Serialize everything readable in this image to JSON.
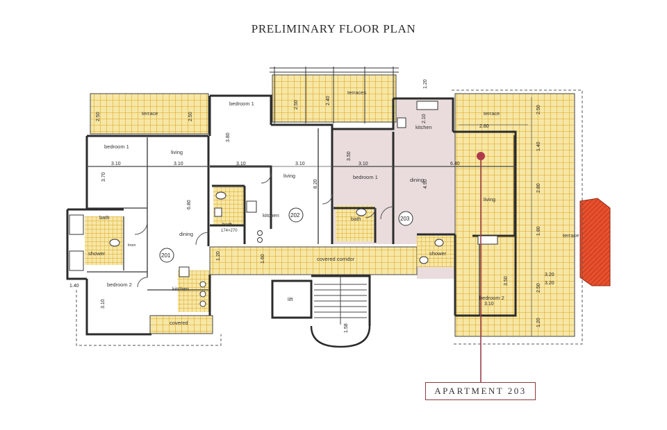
{
  "title": "PRELIMINARY FLOOR PLAN",
  "callout_label": "APARTMENT 203",
  "colors": {
    "wall": "#2b2b2b",
    "terrace_fill": "#f6e7a6",
    "terrace_grid": "#e0a21a",
    "apartment_highlight": "#eadcdc",
    "roof_tiles": "#e8502c",
    "leader_line": "#9a3d4c"
  },
  "rooms": {
    "terrace_left": "terrace",
    "bedroom1_top": "bedroom 1",
    "terraces_top": "terraces",
    "kitchen_203": "kitchen",
    "terrace_right": "terrace",
    "bedroom1_201": "bedroom 1",
    "living_201": "living",
    "living_202": "living",
    "bedroom1_203": "bedroom 1",
    "dining_203": "dining",
    "living_203": "living",
    "bath_201": "bath",
    "shower_201": "shower",
    "linen_201": "linen",
    "bath_202": "bath",
    "bath_202_size": "174×270",
    "kitchen_202": "kitchen",
    "dining_201": "dining",
    "bath_203": "bath",
    "shower_203": "shower",
    "terrace_203": "terrace",
    "covered_corridor": "covered corridor",
    "kitchen_201": "kitchen",
    "bedroom2_201": "bedroom 2",
    "lift": "lift",
    "bedroom2_203": "bedroom 2",
    "covered_201": "covered"
  },
  "apartment_numbers": {
    "a201": "201",
    "a202": "202",
    "a203": "203"
  },
  "dimensions": {
    "d_250_a": "2.50",
    "d_250_b": "2.50",
    "d_380": "3.80",
    "d_250_c": "2.50",
    "d_240": "2.40",
    "d_120": "1.20",
    "d_210": "2.10",
    "d_280": "2.80",
    "d_250_d": "2.50",
    "d_140_a": "1.40",
    "d_310_a": "3.10",
    "d_310_b": "3.10",
    "d_310_c": "3.10",
    "d_310_d": "3.10",
    "d_310_e": "3.10",
    "d_640": "6.40",
    "d_370": "3.70",
    "d_350_a": "3.50",
    "d_820": "8.20",
    "d_490": "4.90",
    "d_280_b": "2.80",
    "d_680": "6.80",
    "d_180": "1.80",
    "d_120_b": "1.20",
    "d_160": "1.60",
    "d_140_b": "1.40",
    "d_320_a": "3.20",
    "d_320_b": "3.20",
    "d_350_b": "3.50",
    "d_310_f": "3.10",
    "d_310_g": "3.10",
    "d_250_e": "2.50",
    "d_120_c": "1.20",
    "d_158": "1.58"
  }
}
